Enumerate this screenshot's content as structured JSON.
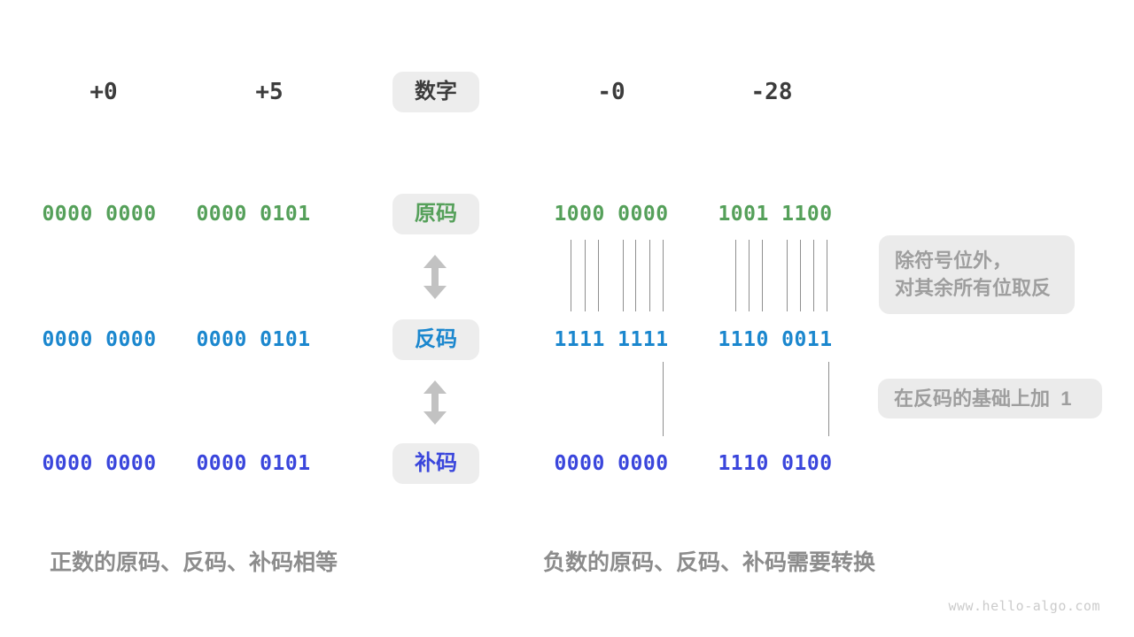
{
  "header": {
    "labels": [
      "+0",
      "+5",
      "-0",
      "-28"
    ],
    "badge": "数字"
  },
  "rows": [
    {
      "badge": "原码",
      "color": "#55A05A",
      "values": [
        "0000 0000",
        "0000 0101",
        "1000 0000",
        "1001 1100"
      ]
    },
    {
      "badge": "反码",
      "color": "#1B87CE",
      "values": [
        "0000 0000",
        "0000 0101",
        "1111 1111",
        "1110 0011"
      ]
    },
    {
      "badge": "补码",
      "color": "#3A46DC",
      "values": [
        "0000 0000",
        "0000 0101",
        "0000 0000",
        "1110 0100"
      ]
    }
  ],
  "annotations": {
    "flip_line1": "除符号位外，",
    "flip_line2": "对其余所有位取反",
    "add_one": "在反码的基础上加  1"
  },
  "captions": {
    "positive": "正数的原码、反码、补码相等",
    "negative": "负数的原码、反码、补码需要转换"
  },
  "watermark": "www.hello-algo.com",
  "colors": {
    "sign_magnitude_green": "#55A05A",
    "ones_complement_blue": "#1B87CE",
    "twos_complement_indigo": "#3A46DC",
    "badge_background": "#EDEDED",
    "annotation_background": "#EBEBEB",
    "annotation_text": "#9E9E9E",
    "caption_text": "#8C8C8C",
    "header_text": "#3C3C3C"
  }
}
